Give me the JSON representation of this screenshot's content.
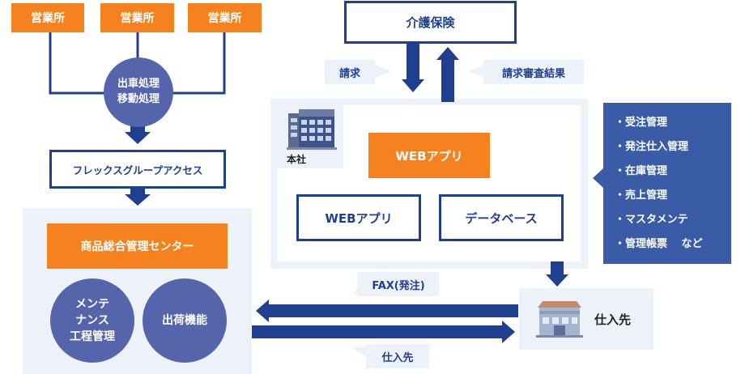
{
  "offices": [
    "営業所",
    "営業所",
    "営業所"
  ],
  "dispatch_circle": {
    "line1": "出車処理",
    "line2": "移動処理"
  },
  "flex_group": "フレックスグループアクセス",
  "center": {
    "title": "商品総合管理センター",
    "maintenance": {
      "line1": "メンテ",
      "line2": "ナンス",
      "line3": "工程管理"
    },
    "shipping": "出荷機能"
  },
  "insurance": "介護保険",
  "request_label": "請求",
  "review_label": "請求審査結果",
  "headquarters": {
    "label": "本社",
    "web_app_main": "WEBアプリ",
    "web_app": "WEBアプリ",
    "database": "データベース"
  },
  "features": [
    "・受注管理",
    "・発注仕入管理",
    "・在庫管理",
    "・売上管理",
    "・マスタメンテ",
    "・管理帳票　 など"
  ],
  "supplier": "仕入先",
  "fax_label": "FAX(発注)",
  "supplier_label": "仕入先",
  "colors": {
    "navy": "#1f3f8f",
    "orange": "#f5821f",
    "circle": "#5565ac",
    "panel": "#edf1f8",
    "feature_box": "#3a5ba5"
  }
}
